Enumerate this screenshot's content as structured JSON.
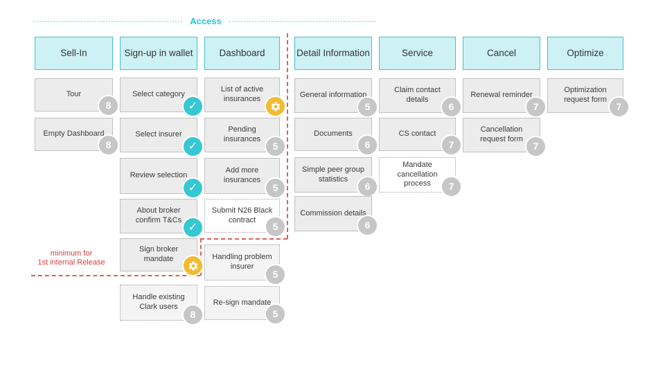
{
  "access_label": "Access",
  "release_note": {
    "line1": "minimum for",
    "line2": "1st internal Release"
  },
  "icons": {
    "check": "✓",
    "gear": "gear"
  },
  "colors": {
    "accent_teal": "#2bc3d4",
    "header_fill": "#cdf1f5",
    "header_border": "#3ec2d0",
    "card_fill": "#ececec",
    "badge_gray": "#c6c6c6",
    "badge_teal": "#35c8d2",
    "badge_amber": "#f3bb2f",
    "release_red": "#d23f3f"
  },
  "columns": [
    {
      "title": "Sell-In",
      "cards": [
        {
          "label": "Tour",
          "badge": "8"
        },
        {
          "label": "Empty Dashboard",
          "badge": "8"
        }
      ]
    },
    {
      "title": "Sign-up in wallet",
      "cards": [
        {
          "label": "Select category",
          "badge": "check"
        },
        {
          "label": "Select insurer",
          "badge": "check"
        },
        {
          "label": "Review selection",
          "badge": "check"
        },
        {
          "label": "About broker confirm T&Cs",
          "badge": "check"
        },
        {
          "label": "Sign broker mandate",
          "badge": "gear"
        },
        {
          "label": "Handle existing Clark users",
          "badge": "8"
        }
      ]
    },
    {
      "title": "Dashboard",
      "cards": [
        {
          "label": "List of active insurances",
          "badge": "gear"
        },
        {
          "label": "Pending insurances",
          "badge": "5"
        },
        {
          "label": "Add more insurances",
          "badge": "5"
        },
        {
          "label": "Submit N26 Black contract",
          "badge": "5"
        },
        {
          "label": "Handling problem insurer",
          "badge": "5"
        },
        {
          "label": "Re-sign mandate",
          "badge": "5"
        }
      ]
    },
    {
      "title": "Detail Information",
      "cards": [
        {
          "label": "General information",
          "badge": "5"
        },
        {
          "label": "Documents",
          "badge": "6"
        },
        {
          "label": "Simple peer group statistics",
          "badge": "6"
        },
        {
          "label": "Commission details",
          "badge": "6"
        }
      ]
    },
    {
      "title": "Service",
      "cards": [
        {
          "label": "Claim contact details",
          "badge": "6"
        },
        {
          "label": "CS contact",
          "badge": "7"
        },
        {
          "label": "Mandate cancellation process",
          "badge": "7"
        }
      ]
    },
    {
      "title": "Cancel",
      "cards": [
        {
          "label": "Renewal reminder",
          "badge": "7"
        },
        {
          "label": "Cancellation request form",
          "badge": "7"
        }
      ]
    },
    {
      "title": "Optimize",
      "cards": [
        {
          "label": "Optimization request form",
          "badge": "7"
        }
      ]
    }
  ]
}
